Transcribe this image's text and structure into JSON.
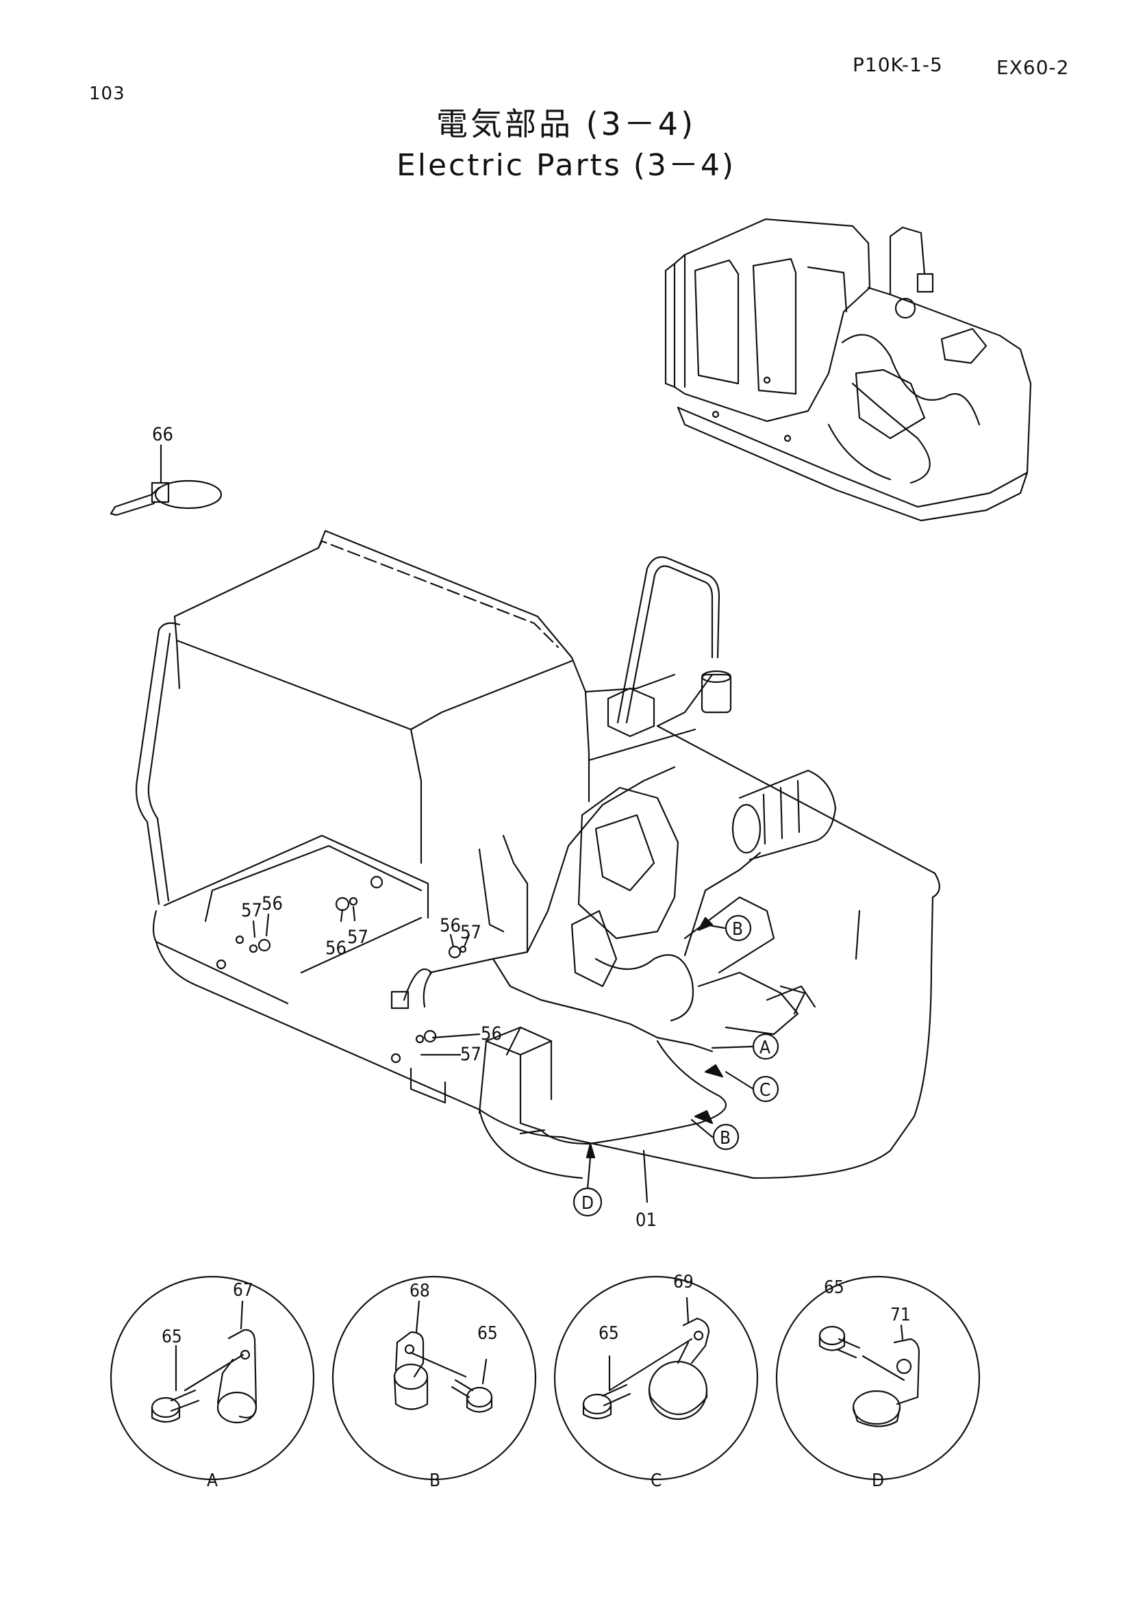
{
  "header": {
    "page_code": "P10K-1-5",
    "model": "EX60-2",
    "page_number": "103",
    "title_jp": "電気部品 (3－4)",
    "title_en": "Electric Parts (3－4)"
  },
  "labels": {
    "p66": "66",
    "p57a": "57",
    "p56a": "56",
    "p56b": "56",
    "p57b": "57",
    "p56c": "56",
    "p57c": "57",
    "p56d": "56",
    "p57d": "57",
    "p01": "01"
  },
  "callouts": {
    "b_upper": "B",
    "a": "A",
    "c": "C",
    "b_lower": "B",
    "d": "D"
  },
  "details": {
    "a": {
      "caption": "A",
      "clamp": "67",
      "bolt": "65"
    },
    "b": {
      "caption": "B",
      "clamp": "68",
      "bolt": "65"
    },
    "c": {
      "caption": "C",
      "clamp": "69",
      "bolt": "65"
    },
    "d": {
      "caption": "D",
      "clamp": "71",
      "bolt": "65"
    }
  }
}
